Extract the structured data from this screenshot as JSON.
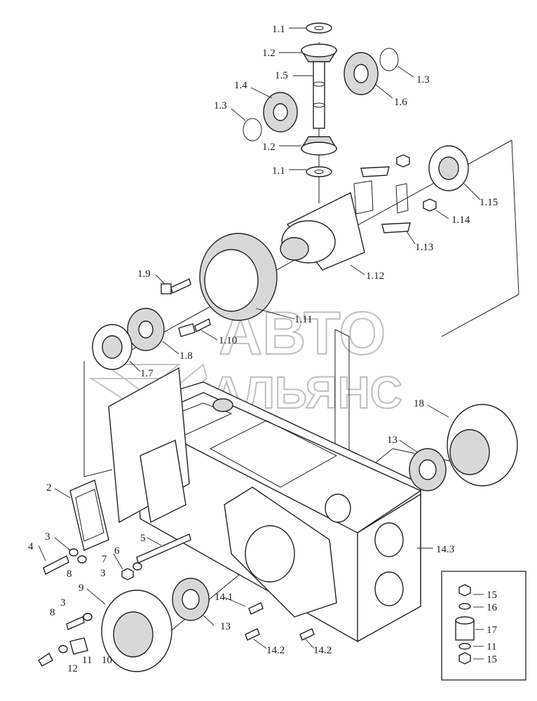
{
  "watermark": {
    "line1": "АВТО",
    "line2": "АЛЬЯНС"
  },
  "labels": {
    "p1_1_top": "1.1",
    "p1_2_top": "1.2",
    "p1_3_right": "1.3",
    "p1_5": "1.5",
    "p1_4": "1.4",
    "p1_6": "1.6",
    "p1_3_left": "1.3",
    "p1_2_bottom": "1.2",
    "p1_1_bottom": "1.1",
    "p1_15": "1.15",
    "p1_14": "1.14",
    "p1_13": "1.13",
    "p1_12": "1.12",
    "p1_9": "1.9",
    "p1_11": "1.11",
    "p1_10": "1.10",
    "p1_8": "1.8",
    "p1_7": "1.7",
    "p18": "18",
    "p13_right": "13",
    "p2": "2",
    "p3_a": "3",
    "p4": "4",
    "p8_a": "8",
    "p3_b": "3",
    "p5": "5",
    "p6": "6",
    "p7": "7",
    "p14_3": "14.3",
    "p9": "9",
    "p3_c": "3",
    "p8_b": "8",
    "p14_1": "14.1",
    "p13_bottom": "13",
    "p14_2_a": "14.2",
    "p14_2_b": "14.2",
    "p11_a": "11",
    "p10": "10",
    "p12": "12",
    "inset15_a": "15",
    "inset16": "16",
    "inset17": "17",
    "inset11": "11",
    "inset15_b": "15"
  }
}
